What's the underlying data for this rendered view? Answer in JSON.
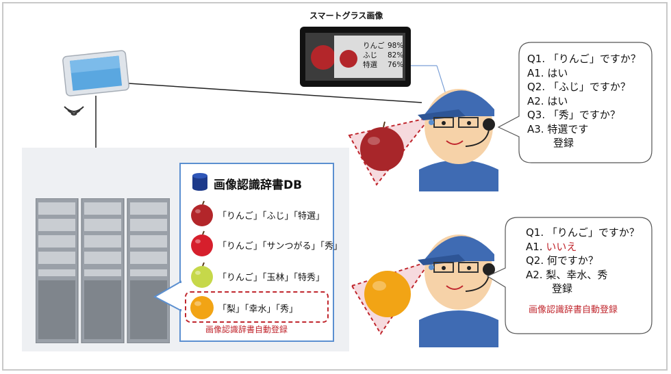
{
  "smart_glass": {
    "title": "スマートグラス画像",
    "results": [
      {
        "label": "りんご",
        "score": "98%"
      },
      {
        "label": "ふじ",
        "score": "82%"
      },
      {
        "label": "特選",
        "score": "76%"
      }
    ]
  },
  "db": {
    "title": "画像認識辞書DB",
    "entries": [
      {
        "text": "「りんご」「ふじ」「特選」",
        "color": "#b3262a"
      },
      {
        "text": "「りんご」「サンつがる」「秀」",
        "color": "#d61f2c"
      },
      {
        "text": "「りんご」「玉林」「特秀」",
        "color": "#c6d84a"
      },
      {
        "text": "「梨」「幸水」「秀」",
        "color": "#f2a415"
      }
    ],
    "auto_register": "画像認識辞書自動登録"
  },
  "dialog_top": [
    {
      "q": "Q1.",
      "text": "「りんご」ですか？"
    },
    {
      "q": "A1.",
      "text": "はい"
    },
    {
      "q": "Q2.",
      "text": "「ふじ」ですか？"
    },
    {
      "q": "A2.",
      "text": "はい"
    },
    {
      "q": "Q3.",
      "text": "「秀」ですか？"
    },
    {
      "q": "A3.",
      "text": "特選です"
    },
    {
      "q": "",
      "text": "登録"
    }
  ],
  "dialog_bottom": [
    {
      "q": "Q1.",
      "text": "「りんご」ですか？"
    },
    {
      "q": "A1.",
      "text": "いいえ"
    },
    {
      "q": "Q2.",
      "text": "何ですか？"
    },
    {
      "q": "A2.",
      "text": "梨、幸水、秀"
    },
    {
      "q": "",
      "text": "登録"
    }
  ],
  "dialog_bottom_note": "画像認識辞書自動登録",
  "colors": {
    "accent_red": "#c0262d",
    "db_border": "#5b8fd0",
    "cap_blue": "#3f6bb3"
  },
  "icons": [
    "tablet-icon",
    "wireless-signal-icon",
    "server-rack-icon",
    "database-icon",
    "worker-icon",
    "apple-icon",
    "pear-icon"
  ]
}
